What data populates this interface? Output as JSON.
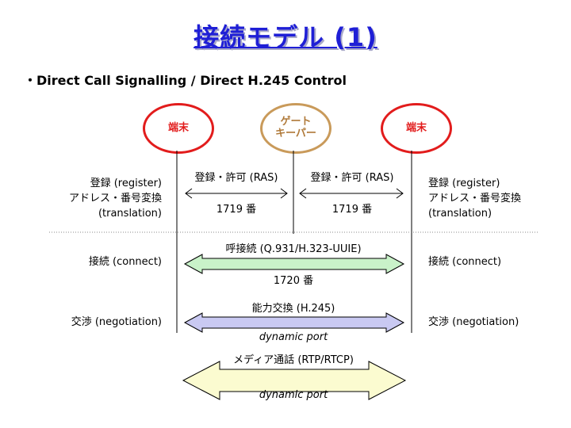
{
  "title": "接続モデル (1)",
  "subtitle": "・Direct Call Signalling / Direct H.245 Control",
  "nodes": {
    "left_terminal": "端末",
    "gatekeeper": "ゲート\nキーパー",
    "right_terminal": "端末"
  },
  "left_labels": {
    "register": "登録 (register)",
    "address_translation": "アドレス・番号変換",
    "translation": "(translation)",
    "connect": "接続 (connect)",
    "negotiation": "交渉 (negotiation)"
  },
  "right_labels": {
    "register": "登録 (register)",
    "address_translation": "アドレス・番号変換",
    "translation": "(translation)",
    "connect": "接続 (connect)",
    "negotiation": "交渉 (negotiation)"
  },
  "ras_left": {
    "top": "登録・許可 (RAS)",
    "bottom": "1719 番"
  },
  "ras_right": {
    "top": "登録・許可 (RAS)",
    "bottom": "1719 番"
  },
  "call": {
    "top": "呼接続 (Q.931/H.323-UUIE)",
    "bottom": "1720 番"
  },
  "capability": {
    "top": "能力交換 (H.245)",
    "bottom": "dynamic port"
  },
  "media": {
    "top": "メディア通話 (RTP/RTCP)",
    "bottom": "dynamic port"
  },
  "colors": {
    "title": "#1f1fd6",
    "terminal_ring": "#e21c1c",
    "gatekeeper_ring": "#c99a5a",
    "call_arrow": "#c9f2c9",
    "h245_arrow": "#c9c9f2",
    "media_arrow": "#fbfbd0"
  }
}
